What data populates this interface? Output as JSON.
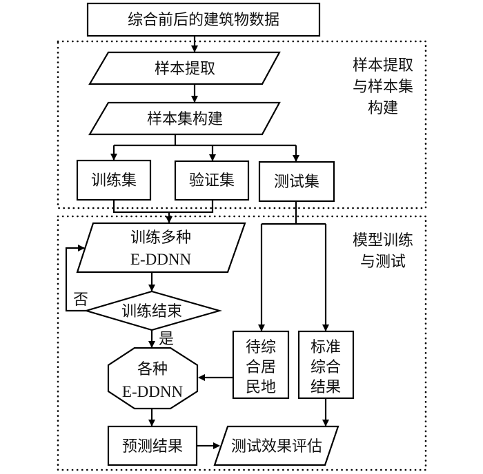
{
  "diagram": {
    "nodes": {
      "input_data": "综合前后的建筑物数据",
      "sample_extraction": "样本提取",
      "sample_set_build": "样本集构建",
      "training_set": "训练集",
      "validation_set": "验证集",
      "test_set": "测试集",
      "train_models_line1": "训练多种",
      "train_models_line2": "E-DDNN",
      "training_done": "训练结束",
      "models_line1": "各种",
      "models_line2": "E-DDNN",
      "pending_lines": [
        "待综",
        "合居",
        "民地"
      ],
      "standard_lines": [
        "标准",
        "综合",
        "结果"
      ],
      "prediction": "预测结果",
      "evaluation": "测试效果评估"
    },
    "edge_labels": {
      "no": "否",
      "yes": "是"
    },
    "groups": {
      "group1_lines": [
        "样本提取",
        "与样本集",
        "构建"
      ],
      "group2_lines": [
        "模型训练",
        "与测试"
      ]
    }
  }
}
